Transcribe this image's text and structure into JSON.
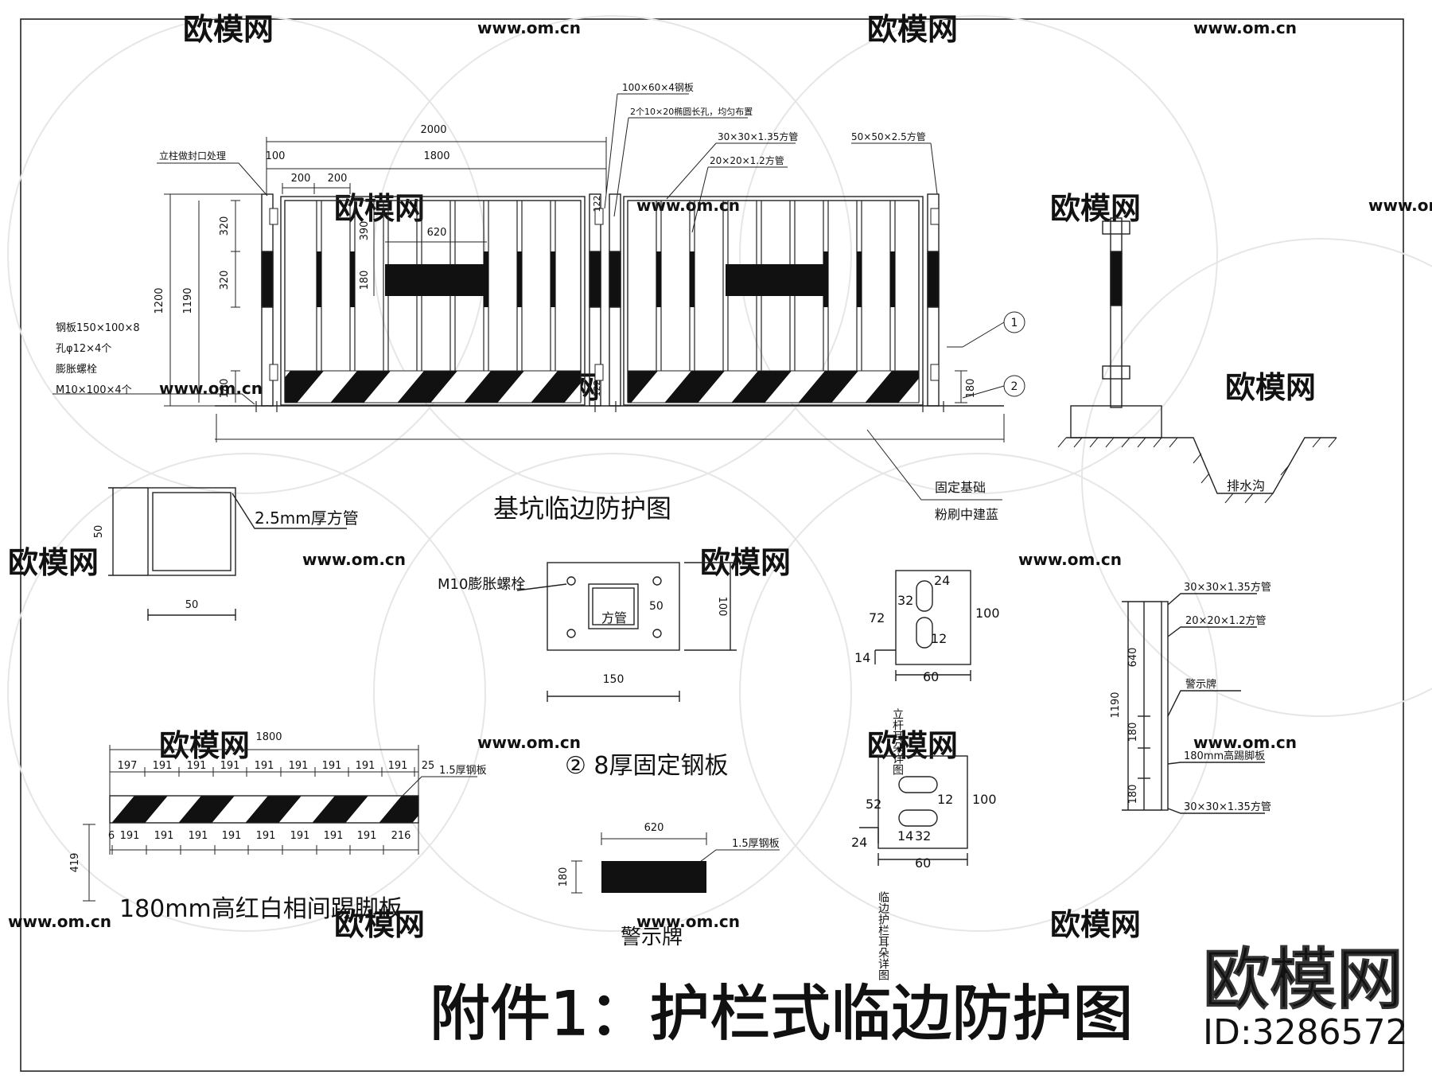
{
  "watermark": {
    "logo_text": "欧模网",
    "url_text": "www.om.cn",
    "id_text": "ID:3286572"
  },
  "main_title": "附件1：护栏式临边防护图",
  "elevation": {
    "title": "基坑临边防护图",
    "dim_total": "2000",
    "dim_inner": "1800",
    "dim_100": "100",
    "dim_200a": "200",
    "dim_200b": "200",
    "dim_620": "620",
    "dim_180_sign": "180",
    "dim_390": "390",
    "dim_1200": "1200",
    "dim_1190": "1190",
    "dim_320a": "320",
    "dim_320b": "320",
    "dim_180_left": "180",
    "dim_180_right": "180",
    "dim_122_top": "122",
    "dim_122_bot": "122",
    "label_post_cap": "立柱做封口处理",
    "label_plate_top": "100×60×4钢板",
    "label_holes": "2个10×20椭圆长孔，均匀布置",
    "label_tube30": "30×30×1.35方管",
    "label_tube20": "20×20×1.2方管",
    "label_tube50": "50×50×2.5方管",
    "label_plate150": "钢板150×100×8",
    "label_hole12": "孔φ12×4个",
    "label_anchor": "膨胀螺栓",
    "label_m10": "M10×100×4个",
    "callout_1": "1",
    "callout_2": "2",
    "foundation_1": "固定基础",
    "foundation_2": "粉刷中建蓝"
  },
  "side_view": {
    "ditch": "排水沟"
  },
  "tube_section": {
    "label": "2.5mm厚方管",
    "dim_height": "50",
    "dim_width": "50"
  },
  "base_plate": {
    "bolt_label": "M10膨胀螺栓",
    "tube_label": "方管",
    "dim_50": "50",
    "dim_100": "100",
    "dim_150": "150",
    "title": "② 8厚固定钢板"
  },
  "lug": {
    "top_24": "24",
    "top_32": "32",
    "top_72": "72",
    "top_12": "12",
    "top_14": "14",
    "top_100": "100",
    "top_60": "60",
    "bot_12": "12",
    "bot_52": "52",
    "bot_24": "24",
    "bot_14": "14",
    "bot_32": "32",
    "bot_100": "100",
    "bot_60": "60",
    "caption_top": "立杆耳朵详图",
    "caption_bottom": "临边护栏耳朵详图"
  },
  "section_detail": {
    "label_tube30": "30×30×1.35方管",
    "label_tube20": "20×20×1.2方管",
    "label_sign": "警示牌",
    "label_toe": "180mm高踢脚板",
    "label_tube30_bottom": "30×30×1.35方管",
    "dim_1190": "1190",
    "dim_640": "640",
    "dim_180a": "180",
    "dim_180b": "180"
  },
  "toe_board": {
    "dim_total": "1800",
    "top_dims": [
      "197",
      "191",
      "191",
      "191",
      "191",
      "191",
      "191",
      "191",
      "191",
      "25"
    ],
    "bottom_dims": [
      "6",
      "191",
      "191",
      "191",
      "191",
      "191",
      "191",
      "191",
      "191",
      "216"
    ],
    "label_plate": "1.5厚钢板",
    "dim_height": "419",
    "caption": "180mm高红白相间踢脚板"
  },
  "warning_sign": {
    "dim_620": "620",
    "dim_180": "180",
    "label_plate": "1.5厚钢板",
    "caption": "警示牌"
  }
}
